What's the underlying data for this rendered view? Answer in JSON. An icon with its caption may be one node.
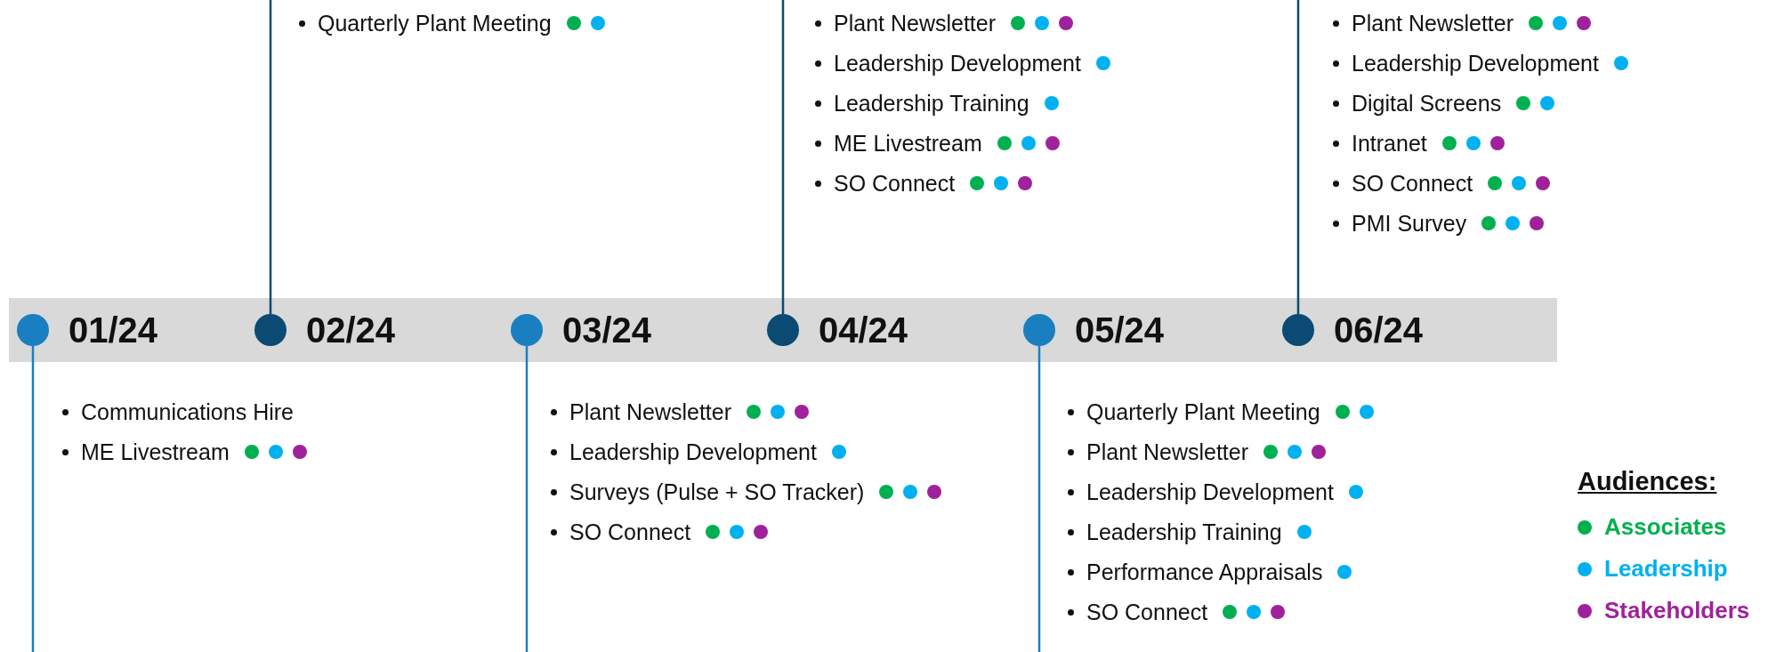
{
  "diagram": {
    "nodes": [
      {
        "text": [
          "01/24"
        ]
      },
      {
        "text": [
          "Communications Hire"
        ]
      },
      {
        "text": [
          "ME Livestream"
        ]
      },
      {
        "text": [
          "02/24"
        ]
      },
      {
        "text": [
          "Quarterly Plant Meeting"
        ]
      },
      {
        "text": [
          "03/24"
        ]
      },
      {
        "text": [
          "Plant Newsletter"
        ]
      },
      {
        "text": [
          "Leadership Development"
        ]
      },
      {
        "text": [
          "Surveys (Pulse + SO Tracker)"
        ]
      },
      {
        "text": [
          "SO Connect"
        ]
      },
      {
        "text": [
          "04/24"
        ]
      },
      {
        "text": [
          "Plant Newsletter"
        ]
      },
      {
        "text": [
          "Leadership Development"
        ]
      },
      {
        "text": [
          "Leadership Training"
        ]
      },
      {
        "text": [
          "ME Livestream"
        ]
      },
      {
        "text": [
          "SO Connect"
        ]
      },
      {
        "text": [
          "05/24"
        ]
      },
      {
        "text": [
          "Quarterly Plant Meeting"
        ]
      },
      {
        "text": [
          "Plant Newsletter"
        ]
      },
      {
        "text": [
          "Leadership Development"
        ]
      },
      {
        "text": [
          "Leadership Training"
        ]
      },
      {
        "text": [
          "Performance Appraisals"
        ]
      },
      {
        "text": [
          "SO Connect"
        ]
      },
      {
        "text": [
          "06/24"
        ]
      },
      {
        "text": [
          "Plant Newsletter"
        ]
      },
      {
        "text": [
          "Leadership Development"
        ]
      },
      {
        "text": [
          "Digital Screens"
        ]
      },
      {
        "text": [
          "Intranet"
        ]
      },
      {
        "text": [
          "SO Connect"
        ]
      },
      {
        "text": [
          "PMI Survey"
        ]
      }
    ],
    "edges": [
      {
        "from": 0,
        "to": null,
        "arrow": "none",
        "color": "#1a7fc1"
      },
      {
        "from": 3,
        "to": null,
        "arrow": "none",
        "color": "#0b4a72"
      },
      {
        "from": 5,
        "to": null,
        "arrow": "none",
        "color": "#1a7fc1"
      },
      {
        "from": 10,
        "to": null,
        "arrow": "none",
        "color": "#0b4a72"
      },
      {
        "from": 16,
        "to": null,
        "arrow": "none",
        "color": "#1a7fc1"
      },
      {
        "from": 23,
        "to": null,
        "arrow": "none",
        "color": "#0b4a72"
      }
    ],
    "labels": [
      "Audiences:"
    ],
    "legend": [
      {
        "text": "Associates",
        "color": "#00b050"
      },
      {
        "text": "Leadership",
        "color": "#00b0f0"
      },
      {
        "text": "Stakeholders",
        "color": "#a0219c"
      }
    ]
  }
}
